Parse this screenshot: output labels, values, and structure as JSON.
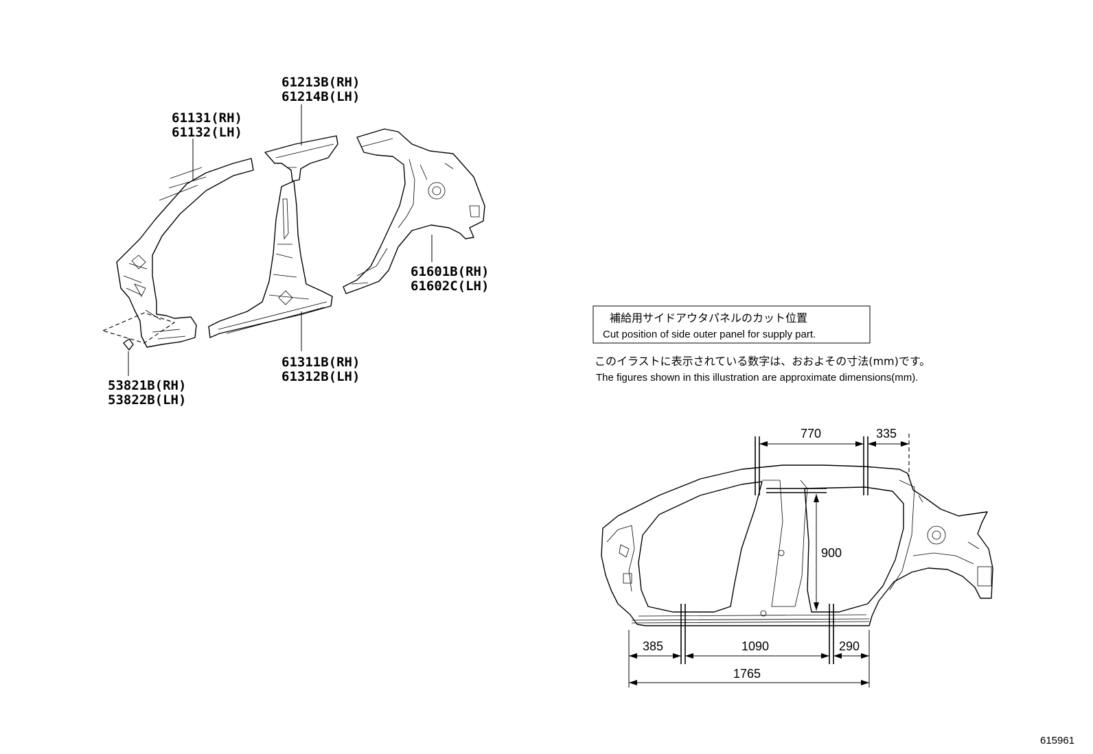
{
  "callouts": {
    "roof_side_front": [
      "61131(RH)",
      "61132(LH)"
    ],
    "roof_side_center": [
      "61213B(RH)",
      "61214B(LH)"
    ],
    "quarter_panel": [
      "61601B(RH)",
      "61602C(LH)"
    ],
    "rocker_panel": [
      "61311B(RH)",
      "61312B(LH)"
    ],
    "bracket": [
      "53821B(RH)",
      "53822B(LH)"
    ]
  },
  "legend_box": {
    "jp": "補給用サイドアウタパネルのカット位置",
    "en": "Cut position of side outer panel for supply part."
  },
  "note": {
    "jp": "このイラストに表示されている数字は、おおよその寸法(mm)です。",
    "en": "The figures shown in this illustration are approximate dimensions(mm)."
  },
  "dimensions": {
    "top_center": "770",
    "top_rear": "335",
    "pillar_height": "900",
    "bottom_front": "385",
    "bottom_center": "1090",
    "bottom_rear": "290",
    "overall": "1765"
  },
  "figure_code": "615961"
}
